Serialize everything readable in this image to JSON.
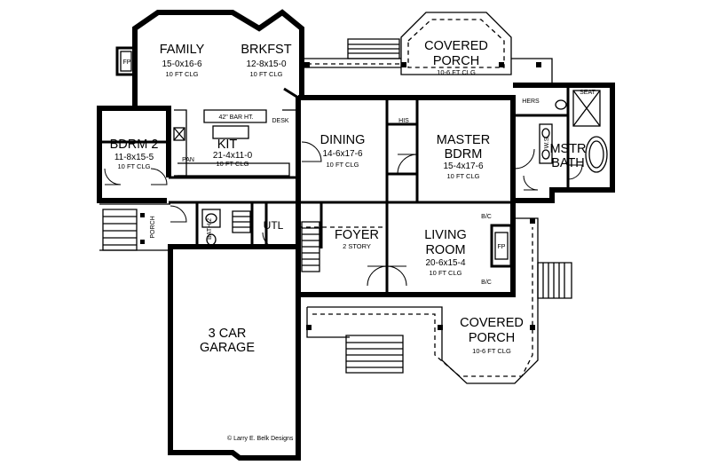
{
  "rooms": {
    "family": {
      "name": "FAMILY",
      "dim": "15-0x16-6",
      "clg": "10 FT CLG"
    },
    "brkfst": {
      "name": "BRKFST",
      "dim": "12-8x15-0",
      "clg": "10 FT CLG"
    },
    "porch_top": {
      "name1": "COVERED",
      "name2": "PORCH",
      "clg": "10-6 FT CLG"
    },
    "bdrm2": {
      "name": "BDRM 2",
      "dim": "11-8x15-5",
      "clg": "10 FT CLG"
    },
    "kit": {
      "name": "KIT",
      "dim": "21-4x11-0",
      "clg": "10 FT CLG"
    },
    "dining": {
      "name": "DINING",
      "dim": "14-6x17-6",
      "clg": "10 FT CLG"
    },
    "master": {
      "name1": "MASTER",
      "name2": "BDRM",
      "dim": "15-4x17-6",
      "clg": "10 FT CLG"
    },
    "mstr_bath": {
      "name1": "MSTR",
      "name2": "BATH"
    },
    "foyer": {
      "name": "FOYER",
      "sub": "2 STORY"
    },
    "living": {
      "name1": "LIVING",
      "name2": "ROOM",
      "dim": "20-6x15-4",
      "clg": "10 FT CLG"
    },
    "porch_bottom": {
      "name1": "COVERED",
      "name2": "PORCH",
      "clg": "10-6 FT CLG"
    },
    "garage": {
      "name1": "3 CAR",
      "name2": "GARAGE"
    },
    "bath2": {
      "name": "BATH 2"
    },
    "utl": {
      "name": "UTL"
    }
  },
  "small_labels": {
    "bar": "42\" BAR HT.",
    "desk": "DESK",
    "pan": "PAN",
    "his": "HIS",
    "hers": "HERS",
    "seat": "SEAT",
    "ws": "W.S.",
    "porch_side": "PORCH",
    "fp_family": "FP",
    "fp_living": "FP",
    "bc_top": "B/C",
    "bc_bottom": "B/C"
  },
  "credit": "© Larry E. Belk Designs"
}
